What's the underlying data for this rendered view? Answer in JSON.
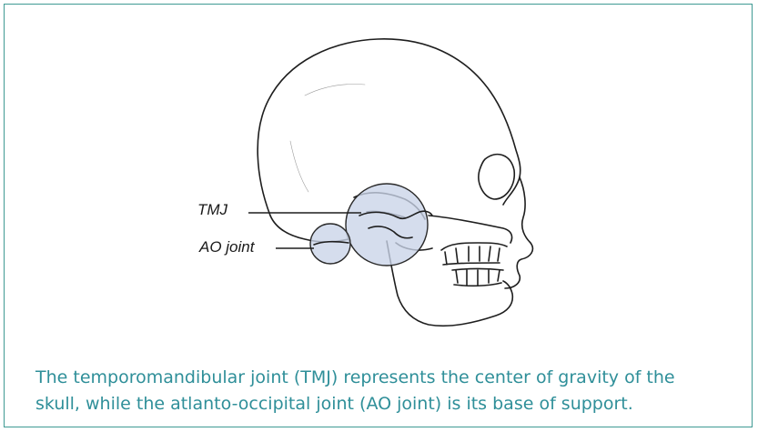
{
  "figure": {
    "labels": {
      "tmj": "TMJ",
      "ao": "AO joint"
    },
    "caption_line1": "The temporomandibular joint (TMJ) represents the center of gravity of the",
    "caption_line2": "skull, while the atlanto-occipital joint (AO joint) is its base of support.",
    "colors": {
      "frame": "#3f9a93",
      "caption": "#2f8f99",
      "joint_fill": "#c9d3e8",
      "ink": "#1e1e1e"
    },
    "illustration": "skull-lateral-view"
  }
}
